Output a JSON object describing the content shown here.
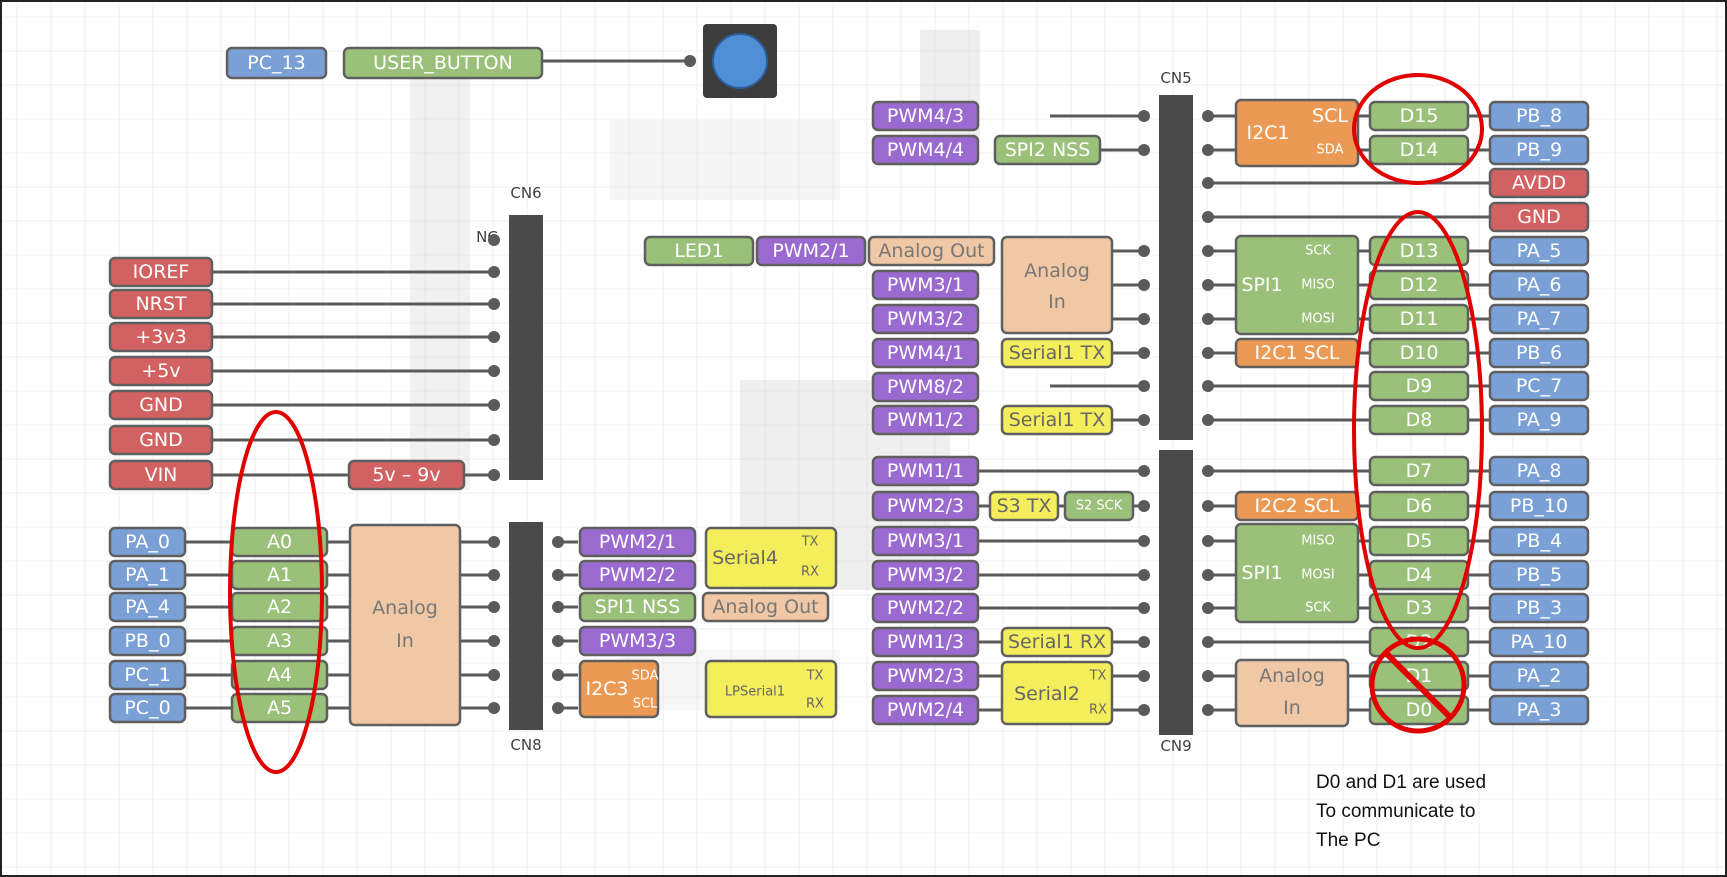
{
  "colors": {
    "blue": "#7aa0d6",
    "green": "#9bc07a",
    "red": "#d26262",
    "purple": "#9a6ad0",
    "orange": "#ea9a55",
    "peach": "#f0c8a5",
    "yellow": "#f4ee5c",
    "outline": "#5f5f5f",
    "highlight": "#e00000"
  },
  "top": {
    "pin": "PC_13",
    "name": "USER_BUTTON"
  },
  "headers": {
    "cn5": "CN5",
    "cn6": "CN6",
    "cn8": "CN8",
    "cn9": "CN9",
    "nc": "NC"
  },
  "cn6_labels": [
    "IOREF",
    "NRST",
    "+3v3",
    "+5v",
    "GND",
    "GND",
    "VIN"
  ],
  "vin_range": "5v – 9v",
  "cn8_left": {
    "ports": [
      "PA_0",
      "PA_1",
      "PA_4",
      "PB_0",
      "PC_1",
      "PC_0"
    ],
    "analog_pins": [
      "A0",
      "A1",
      "A2",
      "A3",
      "A4",
      "A5"
    ],
    "analog_block": [
      "Analog",
      "In"
    ]
  },
  "cn8_right": {
    "pwm": [
      "PWM2/1",
      "PWM2/2",
      "PWM3/3"
    ],
    "spi_nss": "SPI1 NSS",
    "analog_out": "Analog Out",
    "serial4": {
      "name": "Serial4",
      "tx": "TX",
      "rx": "RX"
    },
    "i2c3": {
      "name": "I2C3",
      "sda": "SDA",
      "scl": "SCL"
    },
    "lpserial": {
      "name": "LPSerial1",
      "tx": "TX",
      "rx": "RX"
    }
  },
  "cn5_left": {
    "pwm": [
      "PWM4/3",
      "PWM4/4",
      "PWM2/1",
      "PWM3/1",
      "PWM3/2",
      "PWM4/1",
      "PWM8/2",
      "PWM1/2"
    ],
    "spi2_nss": "SPI2 NSS",
    "led1": "LED1",
    "analog_out": "Analog Out",
    "analog_in": [
      "Analog",
      "In"
    ],
    "serial1_tx": "Serial1 TX"
  },
  "cn5_right": {
    "i2c1": {
      "name": "I2C1",
      "scl": "SCL",
      "sda": "SDA"
    },
    "spi1": {
      "name": "SPI1",
      "sck": "SCK",
      "miso": "MISO",
      "mosi": "MOSI"
    },
    "i2c1_scl": "I2C1 SCL",
    "digital": [
      "D15",
      "D14",
      "D13",
      "D12",
      "D11",
      "D10",
      "D9",
      "D8"
    ],
    "ports": [
      "PB_8",
      "PB_9",
      "AVDD",
      "GND",
      "PA_5",
      "PA_6",
      "PA_7",
      "PB_6",
      "PC_7",
      "PA_9"
    ]
  },
  "cn9_left": {
    "pwm": [
      "PWM1/1",
      "PWM2/3",
      "PWM3/1",
      "PWM3/2",
      "PWM2/2",
      "PWM1/3",
      "PWM2/3",
      "PWM2/4"
    ],
    "s3tx": "S3 TX",
    "s2sck": "S2 SCK",
    "serial1_rx": "Serial1 RX",
    "serial2": {
      "name": "Serial2",
      "tx": "TX",
      "rx": "RX"
    }
  },
  "cn9_right": {
    "i2c2_scl": "I2C2 SCL",
    "spi1": {
      "name": "SPI1",
      "miso": "MISO",
      "mosi": "MOSI",
      "sck": "SCK"
    },
    "analog_in": [
      "Analog",
      "In"
    ],
    "digital": [
      "D7",
      "D6",
      "D5",
      "D4",
      "D3",
      "D2",
      "D1",
      "D0"
    ],
    "ports": [
      "PA_8",
      "PB_10",
      "PB_4",
      "PB_5",
      "PB_3",
      "PA_10",
      "PA_2",
      "PA_3"
    ]
  },
  "note": "D0 and D1 are used\nTo communicate to\nThe PC"
}
